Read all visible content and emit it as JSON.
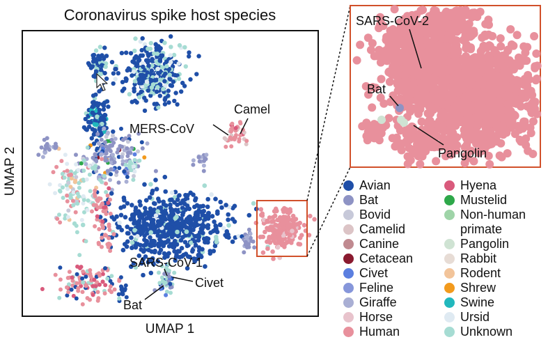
{
  "chart_data": {
    "type": "scatter",
    "title": "Coronavirus spike host species",
    "xlabel": "UMAP 1",
    "ylabel": "UMAP 2",
    "grid": false,
    "legend_placement": "bottom-right",
    "ticks": "none",
    "annotations": [
      {
        "text": "Camel",
        "target": "camel-cluster"
      },
      {
        "text": "MERS-CoV",
        "target": "camel-cluster"
      },
      {
        "text": "SARS-CoV-1",
        "target": "civet-cluster"
      },
      {
        "text": "Civet",
        "target": "civet-cluster"
      },
      {
        "text": "Bat",
        "target": "civet-cluster"
      }
    ],
    "inset": {
      "description_zoom_of": "human-cluster",
      "annotations": [
        {
          "text": "SARS-CoV-2"
        },
        {
          "text": "Bat"
        },
        {
          "text": "Pangolin"
        }
      ]
    },
    "series": [
      {
        "name": "Avian",
        "color": "#1f4fa8"
      },
      {
        "name": "Bat",
        "color": "#8e93c4"
      },
      {
        "name": "Bovid",
        "color": "#c7c9d9"
      },
      {
        "name": "Camelid",
        "color": "#dcc4c6"
      },
      {
        "name": "Canine",
        "color": "#c08a90"
      },
      {
        "name": "Cetacean",
        "color": "#8a1a2f"
      },
      {
        "name": "Civet",
        "color": "#5b7fe0"
      },
      {
        "name": "Feline",
        "color": "#8696da"
      },
      {
        "name": "Giraffe",
        "color": "#a9afd4"
      },
      {
        "name": "Horse",
        "color": "#e8c3cc"
      },
      {
        "name": "Human",
        "color": "#e8909c"
      },
      {
        "name": "Hyena",
        "color": "#d95a7c"
      },
      {
        "name": "Mustelid",
        "color": "#2ea84a"
      },
      {
        "name": "Non-human\nprimate",
        "color": "#9fd4a8"
      },
      {
        "name": "Pangolin",
        "color": "#cfe3d3"
      },
      {
        "name": "Rabbit",
        "color": "#e7dcd5"
      },
      {
        "name": "Rodent",
        "color": "#f2c49a"
      },
      {
        "name": "Shrew",
        "color": "#f29a1d"
      },
      {
        "name": "Swine",
        "color": "#21b8bd"
      },
      {
        "name": "Ursid",
        "color": "#dfeaf2"
      },
      {
        "name": "Unknown",
        "color": "#a6dcd3"
      }
    ]
  }
}
